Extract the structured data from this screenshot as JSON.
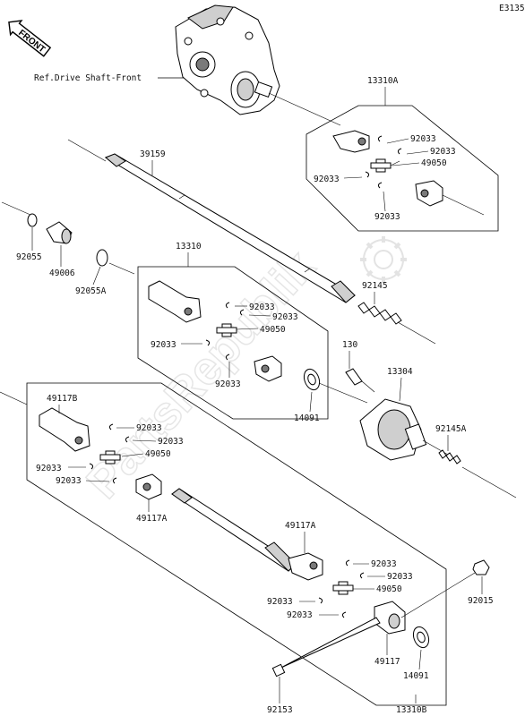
{
  "diagram_code": "E3135",
  "front_badge": "FRONT",
  "reference_text": "Ref.Drive Shaft-Front",
  "watermark": "PartsRepublik",
  "labels": {
    "l13310a": "13310A",
    "l39159": "39159",
    "l92033_a1": "92033",
    "l92033_a2": "92033",
    "l49050_a": "49050",
    "l92033_a3": "92033",
    "l92033_a4": "92033",
    "l92055": "92055",
    "l49006": "49006",
    "l92055a": "92055A",
    "l13310": "13310",
    "l92145": "92145",
    "l92033_b1": "92033",
    "l92033_b2": "92033",
    "l49050_b": "49050",
    "l92033_b3": "92033",
    "l92033_b4": "92033",
    "l130": "130",
    "l13304": "13304",
    "l14091_a": "14091",
    "l49117b": "49117B",
    "l92033_c1": "92033",
    "l92033_c2": "92033",
    "l49050_c": "49050",
    "l92033_c3": "92033",
    "l92033_c4": "92033",
    "l92145a": "92145A",
    "l49117a_a": "49117A",
    "l49117a_b": "49117A",
    "l92033_d1": "92033",
    "l92033_d2": "92033",
    "l49050_d": "49050",
    "l92033_d3": "92033",
    "l92033_d4": "92033",
    "l92015": "92015",
    "l49117": "49117",
    "l14091_b": "14091",
    "l92153": "92153",
    "l13310b": "13310B"
  }
}
